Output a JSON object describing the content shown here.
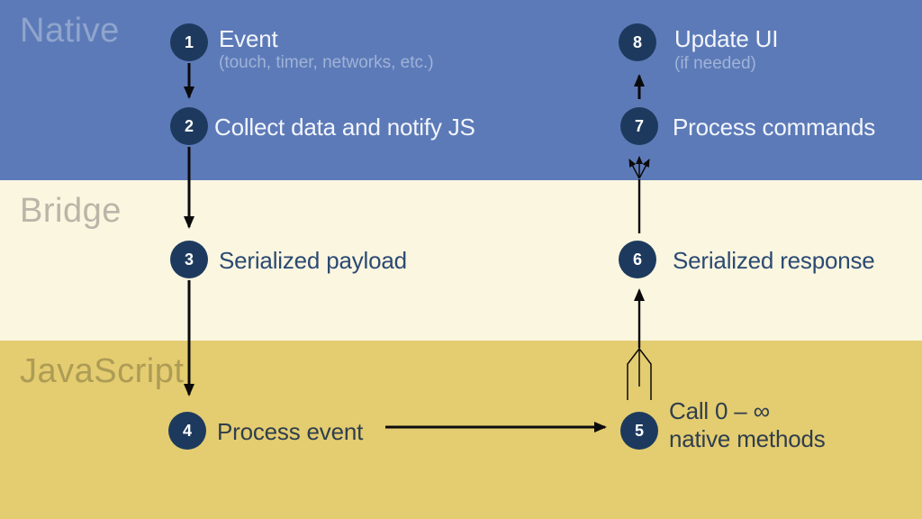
{
  "slide": {
    "bands": [
      {
        "name": "Native",
        "bg": "#5d7ab8",
        "label_color": "#8fa5cd"
      },
      {
        "name": "Bridge",
        "bg": "#fbf6e0",
        "label_color": "#b9b6a8"
      },
      {
        "name": "JavaScript",
        "bg": "#e4cc70",
        "label_color": "#ad9c55"
      }
    ],
    "steps": [
      {
        "num": "1",
        "label": "Event",
        "sublabel": "(touch, timer, networks, etc.)"
      },
      {
        "num": "2",
        "label": "Collect data and notify JS"
      },
      {
        "num": "3",
        "label": "Serialized payload"
      },
      {
        "num": "4",
        "label": "Process event"
      },
      {
        "num": "5",
        "label": "Call 0 – ∞",
        "label_line2": "native methods"
      },
      {
        "num": "6",
        "label": "Serialized response"
      },
      {
        "num": "7",
        "label": "Process commands"
      },
      {
        "num": "8",
        "label": "Update UI",
        "sublabel": "(if needed)"
      }
    ],
    "colors": {
      "circle_fill": "#1d3a5e",
      "circle_text": "#ffffff",
      "arrow": "#0b0b0b",
      "text_on_blue": "#f2f6fb",
      "muted_text_on_blue": "#9fb3d8",
      "text_on_cream": "#2b4a72",
      "text_on_yellow": "#2e3e4d"
    }
  }
}
